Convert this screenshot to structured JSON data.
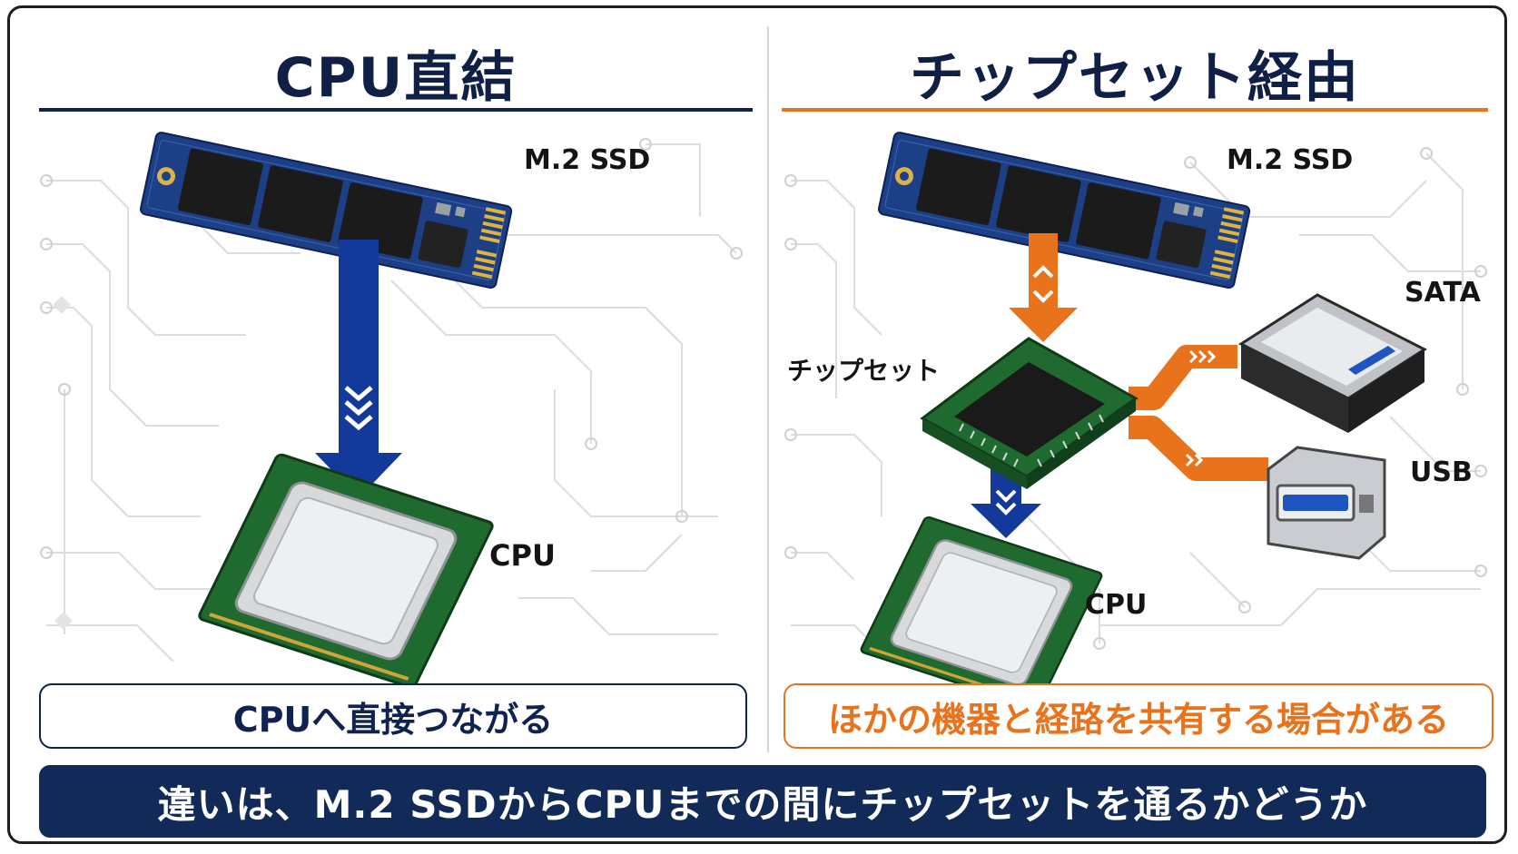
{
  "left": {
    "title": "CPU直結",
    "ssd_label": "M.2 SSD",
    "cpu_label": "CPU",
    "caption": "CPUへ直接つながる"
  },
  "right": {
    "title": "チップセット経由",
    "ssd_label": "M.2 SSD",
    "chipset_label": "チップセット",
    "sata_label": "SATA",
    "usb_label": "USB",
    "cpu_label": "CPU",
    "caption": "ほかの機器と経路を共有する場合がある"
  },
  "footer": {
    "text": "違いは、M.2 SSDからCPUまでの間にチップセットを通るかどうか"
  },
  "colors": {
    "navy": "#0f1f45",
    "blue_arrow": "#13399a",
    "orange": "#e9731c",
    "pcb_blue": "#1d3f86",
    "pcb_green": "#1f6a2e",
    "circuit": "#dadada"
  }
}
